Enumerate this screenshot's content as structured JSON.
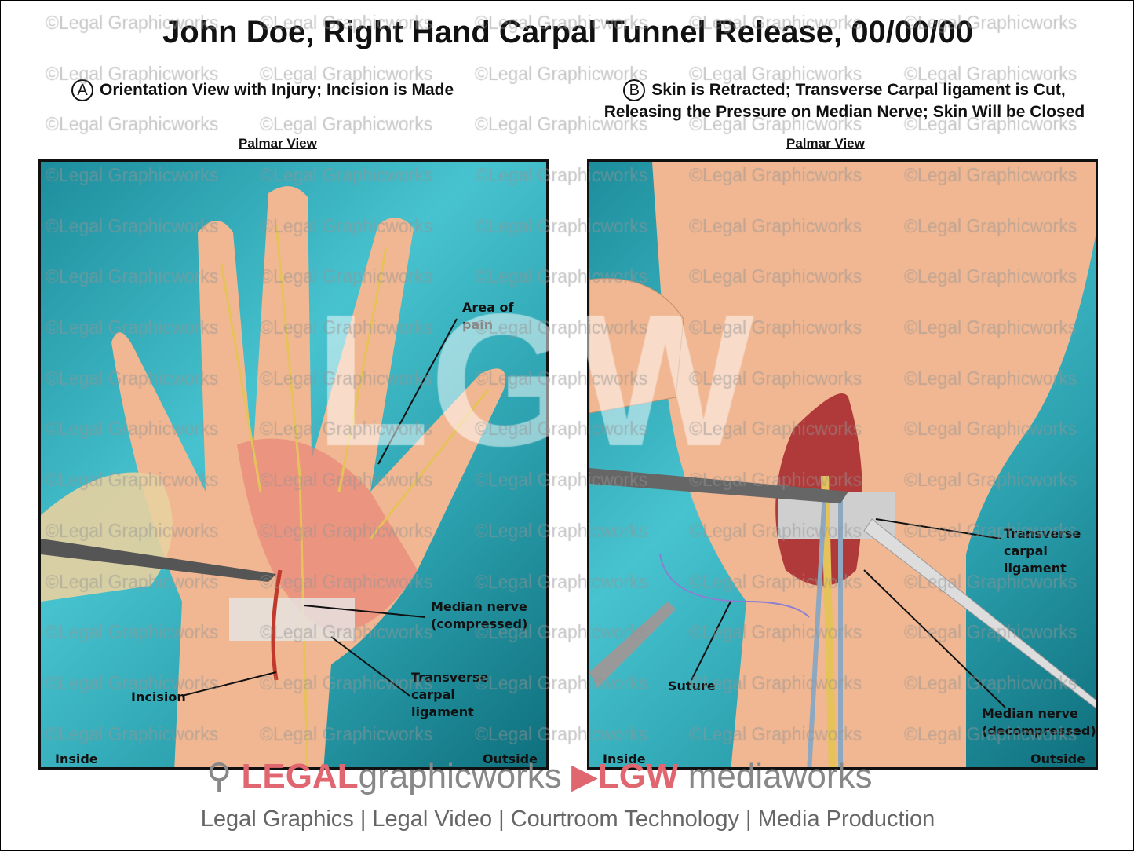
{
  "title": "John Doe, Right Hand Carpal Tunnel Release, 00/00/00",
  "watermark": "©Legal Graphicworks",
  "watermark_big": "LGW",
  "panel_a": {
    "letter": "A",
    "heading": "Orientation View with Injury; Incision is Made",
    "view": "Palmar View",
    "labels": {
      "pain": "Area of pain",
      "median": "Median nerve (compressed)",
      "ligament": "Transverse carpal ligament",
      "incision": "Incision",
      "inside": "Inside",
      "outside": "Outside"
    }
  },
  "panel_b": {
    "letter": "B",
    "heading_1": "Skin is Retracted; Transverse Carpal ligament is Cut,",
    "heading_2": "Releasing the Pressure on Median Nerve; Skin Will be Closed",
    "view": "Palmar View",
    "labels": {
      "ligament": "Transverse carpal ligament",
      "suture": "Suture",
      "median": "Median nerve (decompressed)",
      "inside": "Inside",
      "outside": "Outside"
    }
  },
  "footer": {
    "logo1_red": "LEGAL",
    "logo1_grey": "graphicworks",
    "logo2_red": "LGW",
    "logo2_grey": "mediaworks",
    "tagline": "Legal Graphics | Legal Video | Courtroom Technology | Media Production"
  },
  "colors": {
    "drape": "#3bb5c3",
    "skin": "#f0b792",
    "pain": "#e8867a",
    "accent": "#e06670"
  }
}
